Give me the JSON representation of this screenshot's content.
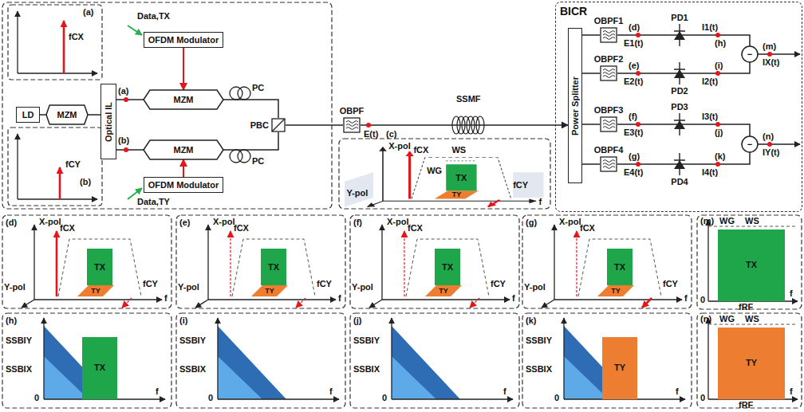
{
  "diagram": {
    "nodes": [
      {
        "text": [
          "LD"
        ]
      },
      {
        "text": [
          "MZM"
        ]
      },
      {
        "text": [
          "Optical IL"
        ]
      },
      {
        "text": [
          "OFDM Modulator"
        ]
      },
      {
        "text": [
          "MZM"
        ]
      },
      {
        "text": [
          "MZM"
        ]
      },
      {
        "text": [
          "OFDM Modulator"
        ]
      },
      {
        "text": [
          "PBC"
        ]
      },
      {
        "text": [
          "OBPF"
        ]
      },
      {
        "text": [
          "BICR"
        ]
      },
      {
        "text": [
          "Power Splitter"
        ],
        "in": 9
      },
      {
        "text": [
          "OBPF1"
        ],
        "in": 9
      },
      {
        "text": [
          "OBPF2"
        ],
        "in": 9
      },
      {
        "text": [
          "OBPF3"
        ],
        "in": 9
      },
      {
        "text": [
          "OBPF4"
        ],
        "in": 9
      },
      {
        "text": [
          "PD1"
        ],
        "in": 9
      },
      {
        "text": [
          "PD2"
        ],
        "in": 9
      },
      {
        "text": [
          "PD3"
        ],
        "in": 9
      },
      {
        "text": [
          "PD4"
        ],
        "in": 9
      }
    ],
    "edges": [
      {
        "from": 0,
        "to": 1,
        "arrow": "none"
      },
      {
        "from": 1,
        "to": 2,
        "arrow": "none"
      },
      {
        "from": 2,
        "to": 4,
        "arrow": "none"
      },
      {
        "from": 2,
        "to": 5,
        "arrow": "none"
      },
      {
        "from": 3,
        "to": 4,
        "arrow": "to"
      },
      {
        "from": 6,
        "to": 5,
        "arrow": "to"
      },
      {
        "from": 4,
        "to": 7,
        "arrow": "none"
      },
      {
        "from": 5,
        "to": 7,
        "arrow": "none"
      },
      {
        "from": 7,
        "to": 8,
        "arrow": "none"
      },
      {
        "from": 8,
        "to": 10,
        "arrow": "to"
      },
      {
        "from": 10,
        "to": 11,
        "arrow": "none"
      },
      {
        "from": 10,
        "to": 12,
        "arrow": "none"
      },
      {
        "from": 10,
        "to": 13,
        "arrow": "none"
      },
      {
        "from": 10,
        "to": 14,
        "arrow": "none"
      },
      {
        "from": 11,
        "to": 15,
        "arrow": "none"
      },
      {
        "from": 12,
        "to": 16,
        "arrow": "none"
      },
      {
        "from": 13,
        "to": 17,
        "arrow": "none"
      },
      {
        "from": 14,
        "to": 18,
        "arrow": "none"
      }
    ],
    "labels": [
      "(a)",
      "fCX",
      "(b)",
      "fCY",
      "Data,TX",
      "(a)",
      "(b)",
      "Data,TY",
      "PC",
      "PC",
      "E(t)",
      "(c)",
      "SSMF",
      "X-pol",
      "Y-pol",
      "WG",
      "WS",
      "TX",
      "TY",
      "fCX",
      "fCY",
      "f",
      "(d)",
      "E1(t)",
      "(e)",
      "E2(t)",
      "(f)",
      "E3(t)",
      "(g)",
      "E4(t)",
      "I1(t)",
      "(h)",
      "(i)",
      "I2(t)",
      "(m)",
      "IX(t)",
      "−",
      "I3(t)",
      "(j)",
      "(k)",
      "I4(t)",
      "(n)",
      "IY(t)",
      "−",
      "(d)",
      "X-pol",
      "Y-pol",
      "fCX",
      "fCY",
      "TX",
      "TY",
      "f",
      "(e)",
      "X-pol",
      "Y-pol",
      "fCX",
      "fCY",
      "TX",
      "TY",
      "f",
      "(f)",
      "X-pol",
      "Y-pol",
      "fCX",
      "fCY",
      "TX",
      "TY",
      "f",
      "(g)",
      "X-pol",
      "Y-pol",
      "fCX",
      "fCY",
      "TX",
      "TY",
      "f",
      "(h)",
      "SSBIY",
      "SSBIX",
      "TX",
      "0",
      "f",
      "(i)",
      "SSBIY",
      "SSBIX",
      "0",
      "f",
      "(j)",
      "SSBIY",
      "SSBIX",
      "0",
      "f",
      "(k)",
      "SSBIY",
      "SSBIX",
      "TY",
      "0",
      "f",
      "(m)",
      "WG",
      "WS",
      "TX",
      "0",
      "fRF",
      "f",
      "(n)",
      "WG",
      "WS",
      "TY",
      "0",
      "fRF",
      "f"
    ]
  }
}
